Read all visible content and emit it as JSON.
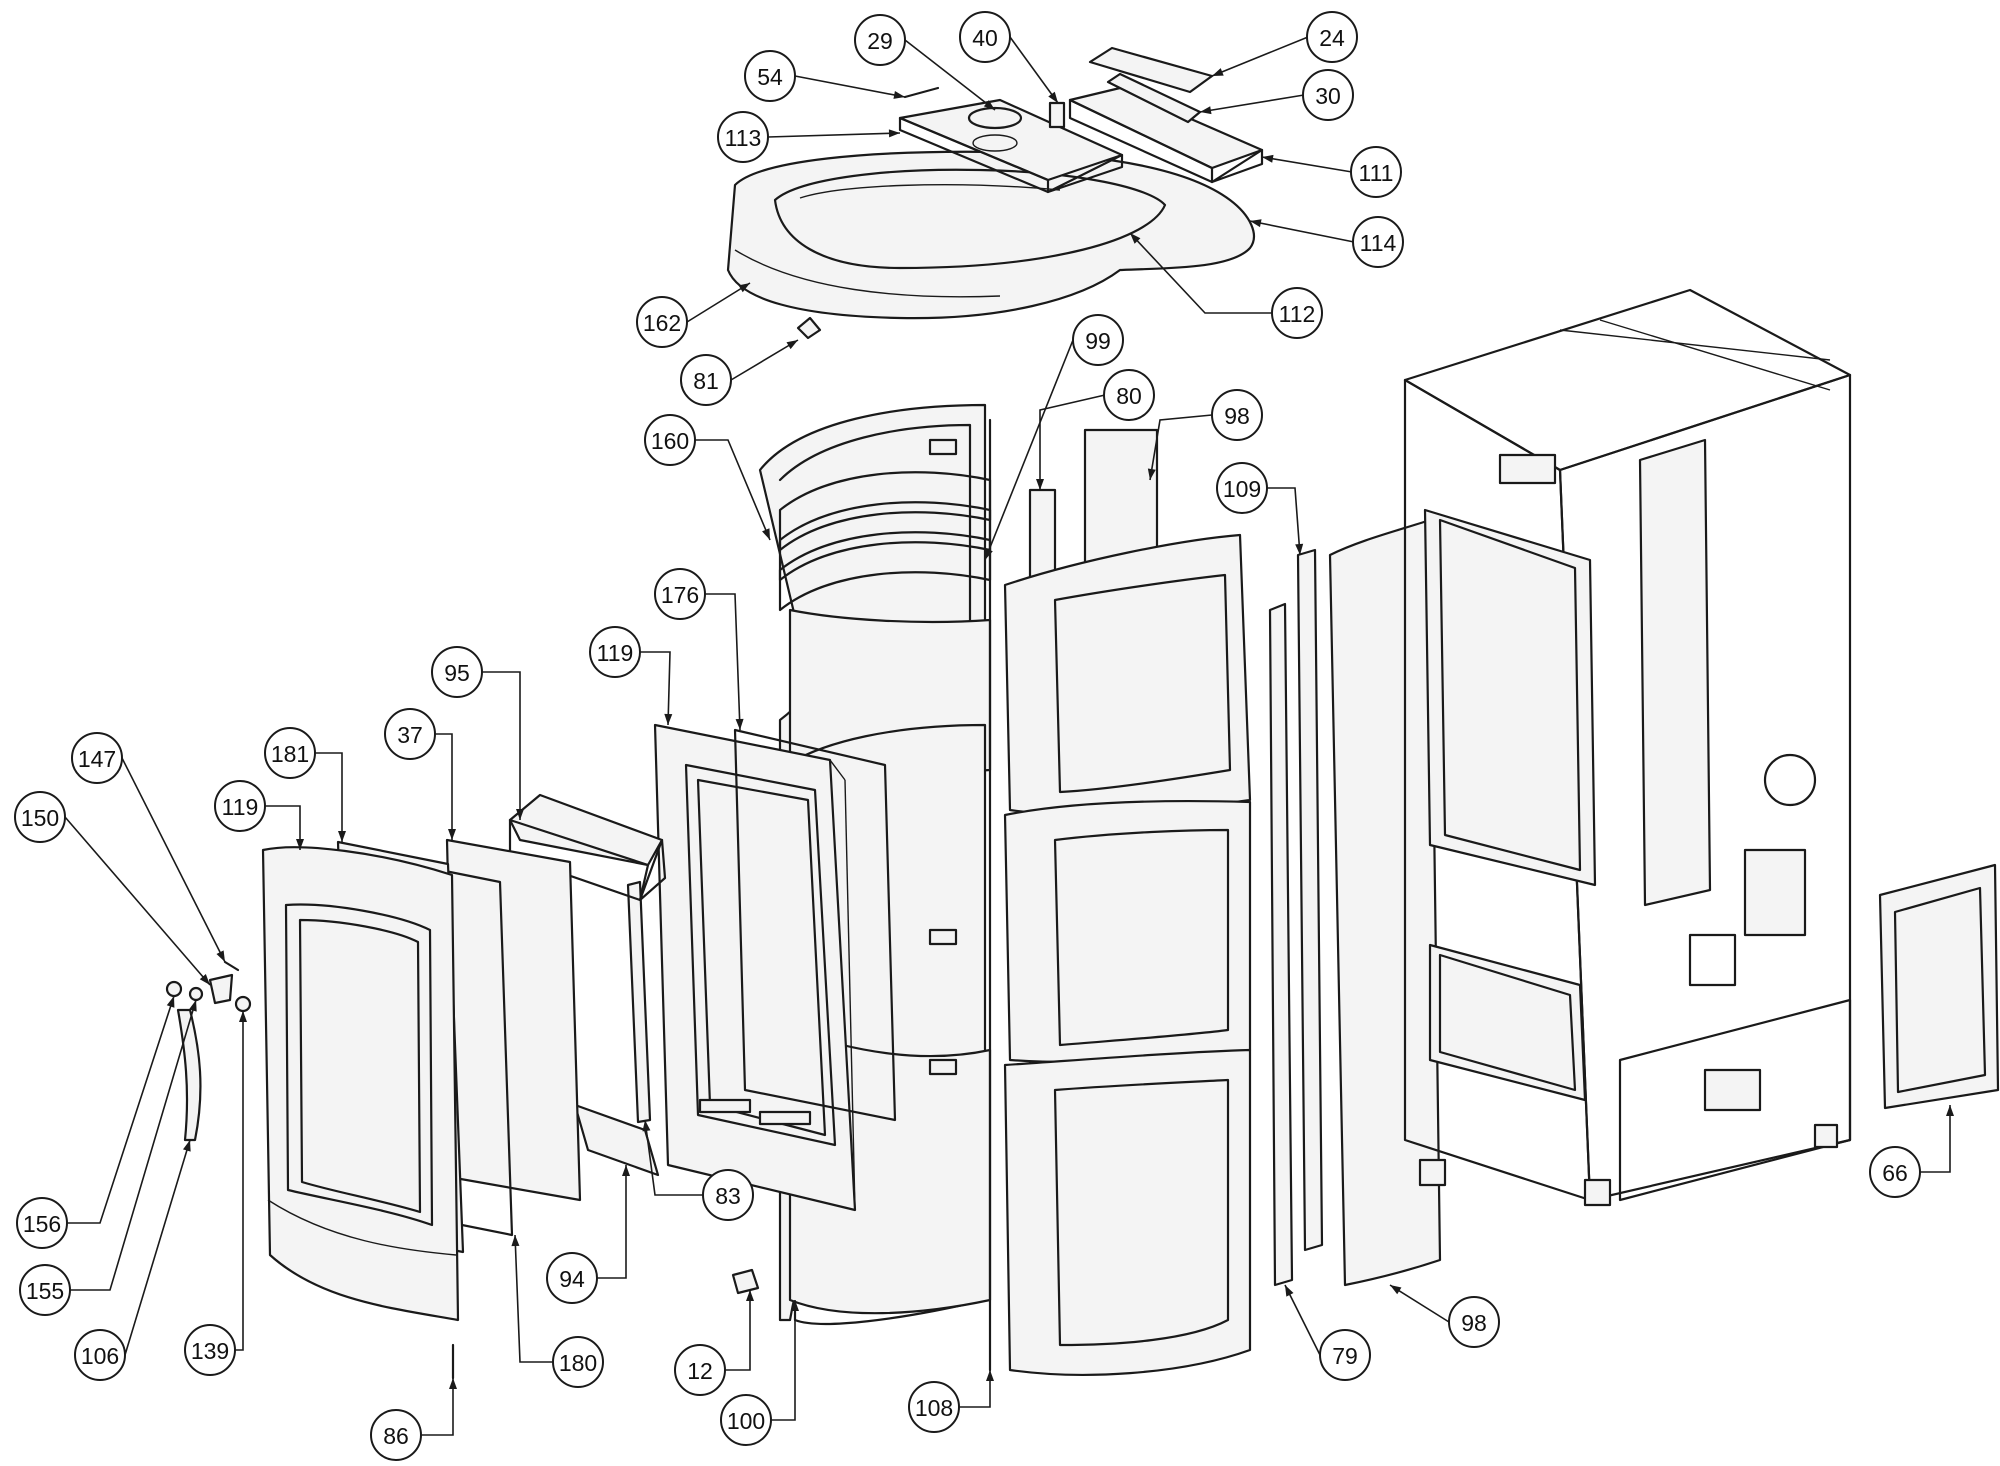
{
  "callouts": [
    {
      "id": "c24",
      "label": "24"
    },
    {
      "id": "c29",
      "label": "29"
    },
    {
      "id": "c40",
      "label": "40"
    },
    {
      "id": "c54",
      "label": "54"
    },
    {
      "id": "c30",
      "label": "30"
    },
    {
      "id": "c113",
      "label": "113"
    },
    {
      "id": "c111",
      "label": "111"
    },
    {
      "id": "c114",
      "label": "114"
    },
    {
      "id": "c112",
      "label": "112"
    },
    {
      "id": "c162",
      "label": "162"
    },
    {
      "id": "c81",
      "label": "81"
    },
    {
      "id": "c99",
      "label": "99"
    },
    {
      "id": "c80",
      "label": "80"
    },
    {
      "id": "c98a",
      "label": "98"
    },
    {
      "id": "c160",
      "label": "160"
    },
    {
      "id": "c109",
      "label": "109"
    },
    {
      "id": "c176",
      "label": "176"
    },
    {
      "id": "c119a",
      "label": "119"
    },
    {
      "id": "c95",
      "label": "95"
    },
    {
      "id": "c181",
      "label": "181"
    },
    {
      "id": "c37",
      "label": "37"
    },
    {
      "id": "c147",
      "label": "147"
    },
    {
      "id": "c119b",
      "label": "119"
    },
    {
      "id": "c150",
      "label": "150"
    },
    {
      "id": "c156",
      "label": "156"
    },
    {
      "id": "c155",
      "label": "155"
    },
    {
      "id": "c106",
      "label": "106"
    },
    {
      "id": "c139",
      "label": "139"
    },
    {
      "id": "c180",
      "label": "180"
    },
    {
      "id": "c86",
      "label": "86"
    },
    {
      "id": "c94",
      "label": "94"
    },
    {
      "id": "c83",
      "label": "83"
    },
    {
      "id": "c12",
      "label": "12"
    },
    {
      "id": "c100",
      "label": "100"
    },
    {
      "id": "c108",
      "label": "108"
    },
    {
      "id": "c79",
      "label": "79"
    },
    {
      "id": "c98b",
      "label": "98"
    },
    {
      "id": "c66",
      "label": "66"
    }
  ]
}
